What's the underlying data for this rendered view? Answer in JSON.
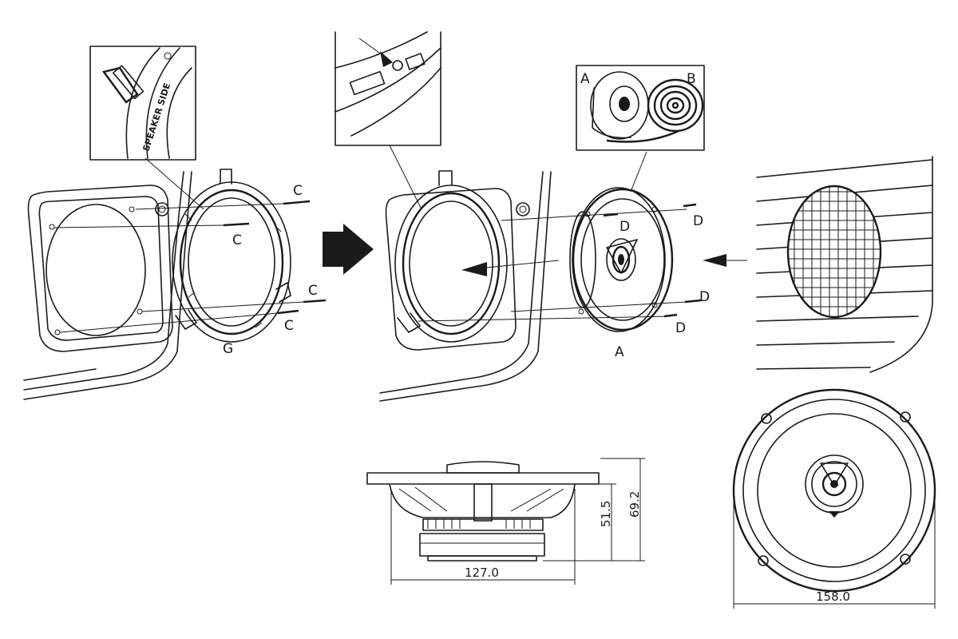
{
  "labels": {
    "screw_c": "C",
    "screw_d": "D",
    "speaker_a": "A",
    "grille_b": "B",
    "bracket_g": "G",
    "inset_speaker_side": "SPEAKER SIDE"
  },
  "dimensions": {
    "side_width": "127.0",
    "mount_depth": "51.5",
    "total_depth": "69.2",
    "front_diameter": "158.0"
  },
  "icons": [
    "arrow-right-icon",
    "arrow-left-icon",
    "screw-icon"
  ]
}
